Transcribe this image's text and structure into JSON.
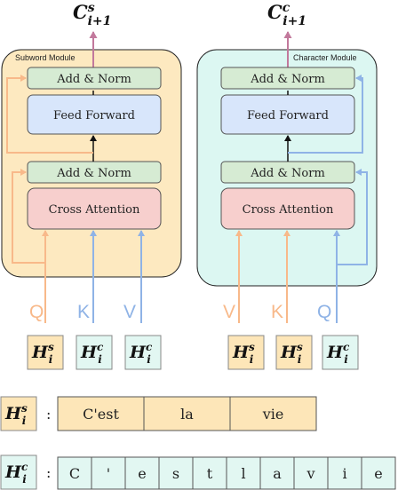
{
  "modules": {
    "subword": {
      "label": "Subword Module",
      "output": {
        "base": "C",
        "sup": "s",
        "sub": "i+1"
      },
      "add_norm_top": "Add & Norm",
      "feed_forward": "Feed Forward",
      "add_norm_bottom": "Add & Norm",
      "cross_attention": "Cross Attention",
      "inputs": [
        {
          "letter": "Q",
          "sup": "s"
        },
        {
          "letter": "K",
          "sup": "c"
        },
        {
          "letter": "V",
          "sup": "c"
        }
      ]
    },
    "character": {
      "label": "Character Module",
      "output": {
        "base": "C",
        "sup": "c",
        "sub": "i+1"
      },
      "add_norm_top": "Add & Norm",
      "feed_forward": "Feed Forward",
      "add_norm_bottom": "Add & Norm",
      "cross_attention": "Cross Attention",
      "inputs": [
        {
          "letter": "V",
          "sup": "s"
        },
        {
          "letter": "K",
          "sup": "s"
        },
        {
          "letter": "Q",
          "sup": "c"
        }
      ]
    }
  },
  "hidden": {
    "base": "H",
    "sub": "i"
  },
  "sequences": {
    "subword": {
      "sup": "s",
      "colon": ":",
      "tokens": [
        "C'est",
        "la",
        "vie"
      ]
    },
    "character": {
      "sup": "c",
      "colon": ":",
      "tokens": [
        "C",
        "'",
        "e",
        "s",
        "t",
        "l",
        "a",
        "v",
        "i",
        "e"
      ]
    }
  },
  "colors": {
    "subword_bg": "#fde9c0",
    "character_bg": "#dcf7f2",
    "add_norm": "#d6ebd3",
    "feed_forward": "#d8e6fb",
    "cross_attention": "#f7cfcd",
    "orange": "#f8b98a",
    "blue": "#8fb3e6",
    "output_arrow": "#c2799c",
    "token_subword": "#fde6b8",
    "token_character": "#e2f7f2"
  }
}
